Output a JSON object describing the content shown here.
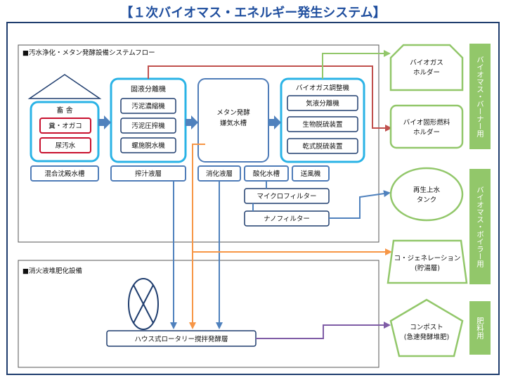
{
  "title": "【１次バイオマス・エネルギー発生システム】",
  "sections": {
    "upper": "■汚水浄化・メタン発酵設備システムフロー",
    "lower": "■消火液堆肥化設備"
  },
  "barn": {
    "label": "畜 舎",
    "items": [
      "糞・オガコ",
      "尿汚水"
    ]
  },
  "mixed_tank": "混合沈殿水槽",
  "separator": {
    "label": "固液分離機",
    "items": [
      "汚泥濃縮機",
      "汚泥圧搾機",
      "螺施脱水機"
    ]
  },
  "press_tank": "搾汁液層",
  "digester": {
    "line1": "メタン発酵",
    "line2": "嫌気水槽"
  },
  "digested_tank": "消化液層",
  "oxidation_tank": "酸化水槽",
  "blower": "送風機",
  "gas_unit": {
    "label": "バイオガス調整機",
    "items": [
      "気液分離機",
      "生物脱硫装置",
      "乾式脱硫装置"
    ]
  },
  "microfilter": "マイクロフィルター",
  "nanofilter": "ナノフィルター",
  "rotary_tank": "ハウス式ロータリー撹拌発酵層",
  "outputs": {
    "gas_holder": {
      "line1": "バイオガス",
      "line2": "ホルダー"
    },
    "solid_fuel": {
      "line1": "バイオ固形燃料",
      "line2": "ホルダー"
    },
    "water_tank": {
      "line1": "再生上水",
      "line2": "タンク"
    },
    "cogeneration": {
      "line1": "コ・ジェネレーション",
      "line2": "(貯湯層)"
    },
    "compost": {
      "line1": "コンポスト",
      "line2": "(急速発酵堆肥)"
    }
  },
  "side_labels": {
    "burner": "バイオマス・バーナー用",
    "boiler": "バイオマス・ボイラー用",
    "fertilizer": "肥料用"
  },
  "colors": {
    "title": "#1f4e9e",
    "frame": "#1f3d6e",
    "box_border": "#4f7cb8",
    "group_border": "#2ab3e6",
    "red": "#c8102e",
    "blue_arrow": "#4f81bd",
    "orange_arrow": "#f79646",
    "purple_arrow": "#7f5ca6",
    "green": "#92c76a",
    "red_arrow": "#c0504d"
  }
}
